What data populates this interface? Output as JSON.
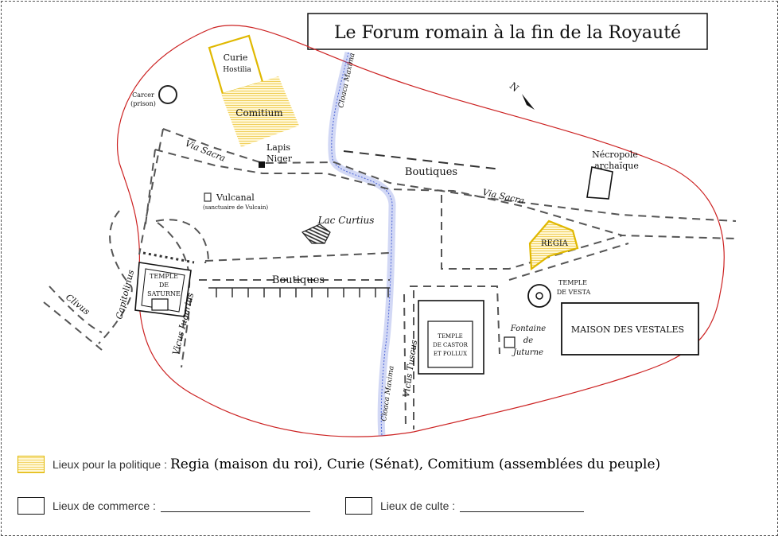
{
  "title": "Le Forum romain à la fin de la Royauté",
  "north": "N",
  "places": {
    "curie_1": "Curie",
    "curie_2": "Hostilia",
    "comitium": "Comitium",
    "carcer_1": "Carcer",
    "carcer_2": "(prison)",
    "lapis_1": "Lapis",
    "lapis_2": "Niger",
    "vulcanal_1": "Vulcanal",
    "vulcanal_2": "(sanctuaire de Vulcain)",
    "lacus": "Lac Curtius",
    "temple_saturne_1": "TEMPLE",
    "temple_saturne_2": "DE",
    "temple_saturne_3": "SATURNE",
    "regia": "REGIA",
    "temple_vesta_1": "TEMPLE",
    "temple_vesta_2": "DE VESTA",
    "maison_vestales": "MAISON DES VESTALES",
    "castor_1": "TEMPLE",
    "castor_2": "DE CASTOR",
    "castor_3": "ET POLLUX",
    "fontaine_1": "Fontaine",
    "fontaine_2": "de",
    "fontaine_3": "Juturne",
    "necropole_1": "Nécropole",
    "necropole_2": "archaïque",
    "boutiques_north": "Boutiques",
    "boutiques_south": "Boutiques"
  },
  "streets": {
    "via_sacra_west": "Via Sacra",
    "via_sacra_east": "Via Sacra",
    "clivus": "Clivus",
    "capitolinus": "Capitolinus",
    "vicus_iugarius": "Vicus Iugarius",
    "vicus_tuscus": "Vicus Tuscus",
    "cloaca_north": "Cloaca Maxima",
    "cloaca_south": "Cloaca Maxima"
  },
  "legend": {
    "politique_label": "Lieux pour la politique :",
    "politique_text": "Regia (maison du roi), Curie (Sénat), Comitium (assemblées du peuple)",
    "commerce_label": "Lieux de commerce :",
    "culte_label": "Lieux de culte :"
  },
  "colors": {
    "boundary": "#cc2222",
    "cloaca": "#4a63d6",
    "politique": "#e0b800",
    "street": "#555555"
  }
}
